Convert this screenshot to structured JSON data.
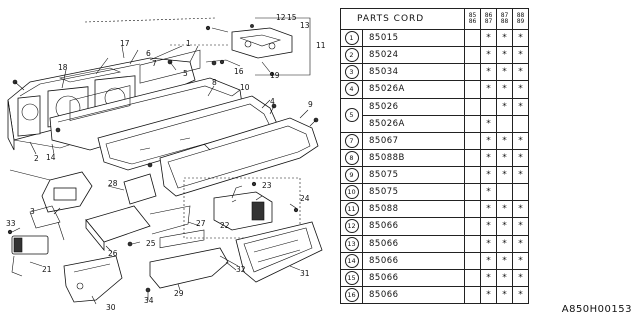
{
  "table": {
    "header": "PARTS CORD",
    "years": [
      "85\n86",
      "86\n87",
      "87\n88",
      "88\n89"
    ],
    "rows": [
      {
        "idx": "1",
        "code": "85015",
        "marks": [
          "",
          "*",
          "*",
          "*"
        ]
      },
      {
        "idx": "2",
        "code": "85024",
        "marks": [
          "",
          "*",
          "*",
          "*"
        ]
      },
      {
        "idx": "3",
        "code": "85034",
        "marks": [
          "",
          "*",
          "*",
          "*"
        ]
      },
      {
        "idx": "4",
        "code": "85026A",
        "marks": [
          "",
          "*",
          "*",
          "*"
        ]
      },
      {
        "idx": "5",
        "code": "85026",
        "marks": [
          "",
          "",
          "*",
          "*"
        ]
      },
      {
        "idx": "",
        "code": "85026A",
        "marks": [
          "",
          "*",
          "",
          ""
        ]
      },
      {
        "idx": "7",
        "code": "85067",
        "marks": [
          "",
          "*",
          "*",
          "*"
        ]
      },
      {
        "idx": "8",
        "code": "85088B",
        "marks": [
          "",
          "*",
          "*",
          "*"
        ]
      },
      {
        "idx": "9",
        "code": "85075",
        "marks": [
          "",
          "*",
          "*",
          "*"
        ]
      },
      {
        "idx": "10",
        "code": "85075",
        "marks": [
          "",
          "*",
          "",
          ""
        ]
      },
      {
        "idx": "11",
        "code": "85088",
        "marks": [
          "",
          "*",
          "*",
          "*"
        ]
      },
      {
        "idx": "12",
        "code": "85066",
        "marks": [
          "",
          "*",
          "*",
          "*"
        ]
      },
      {
        "idx": "13",
        "code": "85066",
        "marks": [
          "",
          "*",
          "*",
          "*"
        ]
      },
      {
        "idx": "14",
        "code": "85066",
        "marks": [
          "",
          "*",
          "*",
          "*"
        ]
      },
      {
        "idx": "15",
        "code": "85066",
        "marks": [
          "",
          "*",
          "*",
          "*"
        ]
      },
      {
        "idx": "16",
        "code": "85066",
        "marks": [
          "",
          "*",
          "*",
          "*"
        ]
      }
    ]
  },
  "callouts": {
    "c1": "1",
    "c2": "2",
    "c3": "3",
    "c4": "4",
    "c5": "5",
    "c6": "6",
    "c7": "7",
    "c8": "8",
    "c9": "9",
    "c10": "10",
    "c11": "11",
    "c12": "12",
    "c13": "13",
    "c14": "14",
    "c15": "15",
    "c16": "16",
    "c17": "17",
    "c18": "18",
    "c19": "19",
    "c21": "21",
    "c22": "22",
    "c23": "23",
    "c24": "24",
    "c25": "25",
    "c26": "26",
    "c27": "27",
    "c28": "28",
    "c29": "29",
    "c30": "30",
    "c31": "31",
    "c32": "32",
    "c33": "33",
    "c34": "34"
  },
  "diagram_code": "A850H00153"
}
